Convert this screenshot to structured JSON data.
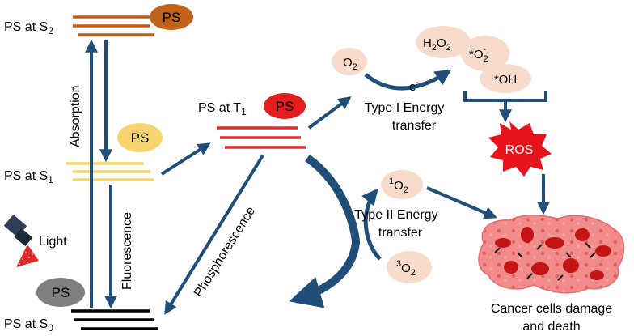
{
  "colors": {
    "arrow": "#1f4e79",
    "s2_lines": "#c55a11",
    "s2_ps": "#c0621a",
    "s1_lines": "#f4d56a",
    "s1_ps": "#f7d46f",
    "t1_lines": "#e32a2a",
    "t1_ps": "#e41e1e",
    "s0_lines": "#000000",
    "s0_ps": "#7f7f7f",
    "bubble": "#f8dccb",
    "ros": "#e8141c",
    "light_beam": "#e02828",
    "cells": "#f08080"
  },
  "labels": {
    "ps": "PS",
    "ps_s2": "PS at S",
    "ps_s2_sub": "2",
    "ps_s1": "PS at S",
    "ps_s1_sub": "1",
    "ps_s0": "PS at S",
    "ps_s0_sub": "0",
    "ps_t1": "PS at T",
    "ps_t1_sub": "1",
    "absorption": "Absorption",
    "fluorescence": "Fluorescence",
    "phosphorescence": "Phosphorescence",
    "light": "Light",
    "electron": "e",
    "electron_sup": "-",
    "type1_line1": "Type I Energy",
    "type1_line2": "transfer",
    "type2_line1": "Type II Energy",
    "type2_line2": "transfer",
    "o2": "O",
    "o2_sub": "2",
    "h2o2_a": "H",
    "h2o2_sub1": "2",
    "h2o2_b": "O",
    "h2o2_sub2": "2",
    "superoxide_star": "*O",
    "superoxide_sub": "2",
    "superoxide_sup": "-",
    "hydroxyl": "*OH",
    "singlet_sup": "1",
    "singlet": "O",
    "singlet_sub": "2",
    "triplet_sup": "3",
    "triplet": "O",
    "triplet_sub": "2",
    "ros": "ROS",
    "cancer_line1": "Cancer cells damage",
    "cancer_line2": "and death"
  }
}
